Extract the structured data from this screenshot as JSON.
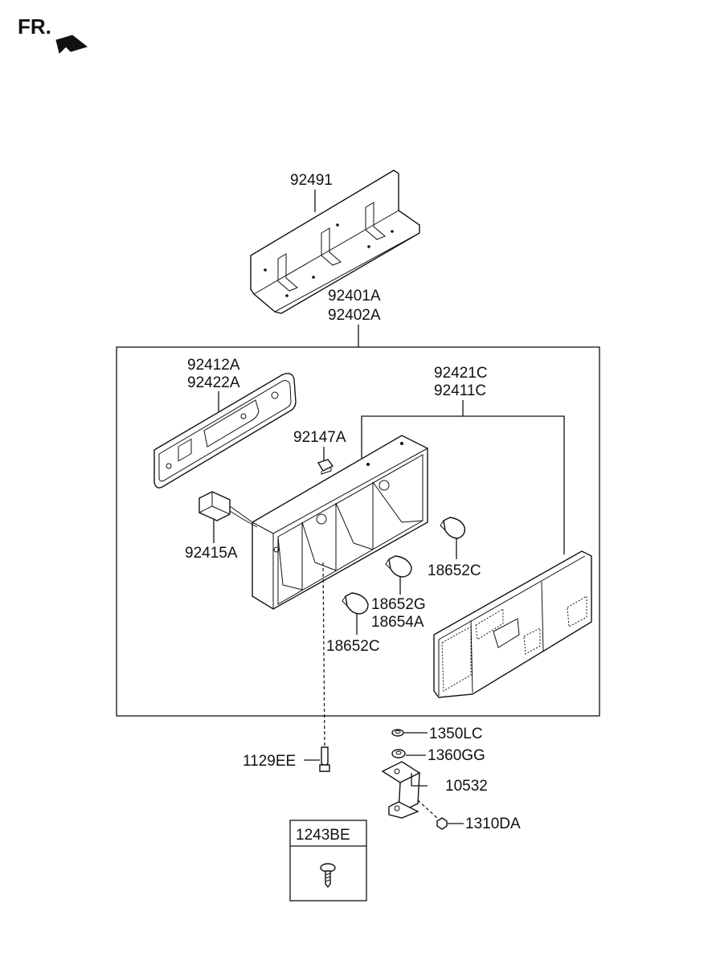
{
  "orientation": {
    "label": "FR."
  },
  "parts": {
    "bracket_upper": "92491",
    "lamp_assy_1": "92401A",
    "lamp_assy_2": "92402A",
    "gasket_1": "92412A",
    "gasket_2": "92422A",
    "lens_1": "92421C",
    "lens_2": "92411C",
    "holder": "92147A",
    "wiring": "92415A",
    "bulb_a": "18652C",
    "bulb_g": "18652G",
    "bulb_b": "18654A",
    "bulb_c": "18652C",
    "screw": "1129EE",
    "nut_lc": "1350LC",
    "washer": "1360GG",
    "bracket_small": "10532",
    "nut_da": "1310DA",
    "callout_box": "1243BE"
  }
}
